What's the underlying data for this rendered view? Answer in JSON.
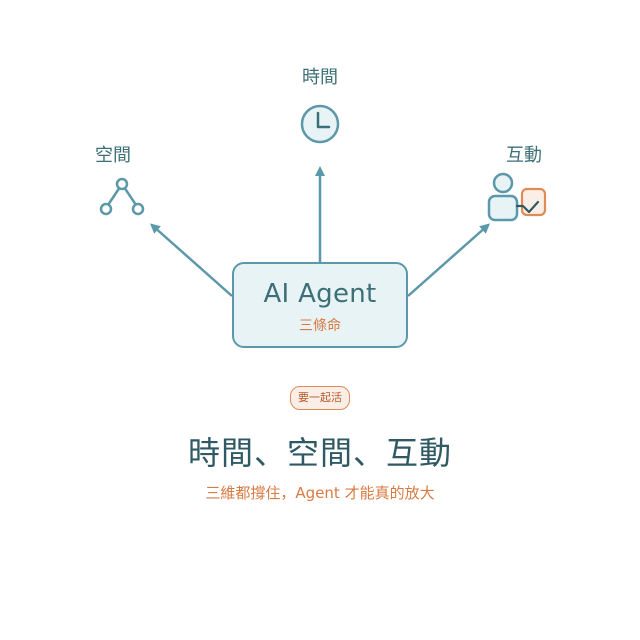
{
  "nodes": {
    "time": "時間",
    "space": "空間",
    "interaction": "互動"
  },
  "center": {
    "title": "AI Agent",
    "subtitle": "三條命"
  },
  "badge": "要一起活",
  "headline": "時間、空間、互動",
  "subline": "三維都撐住，Agent 才能真的放大",
  "icons": {
    "time": "clock-icon",
    "space": "network-nodes-icon",
    "interaction": "person-check-icon"
  },
  "colors": {
    "primary": "#5b98aa",
    "text": "#3d6f78",
    "accent": "#e18a55"
  }
}
